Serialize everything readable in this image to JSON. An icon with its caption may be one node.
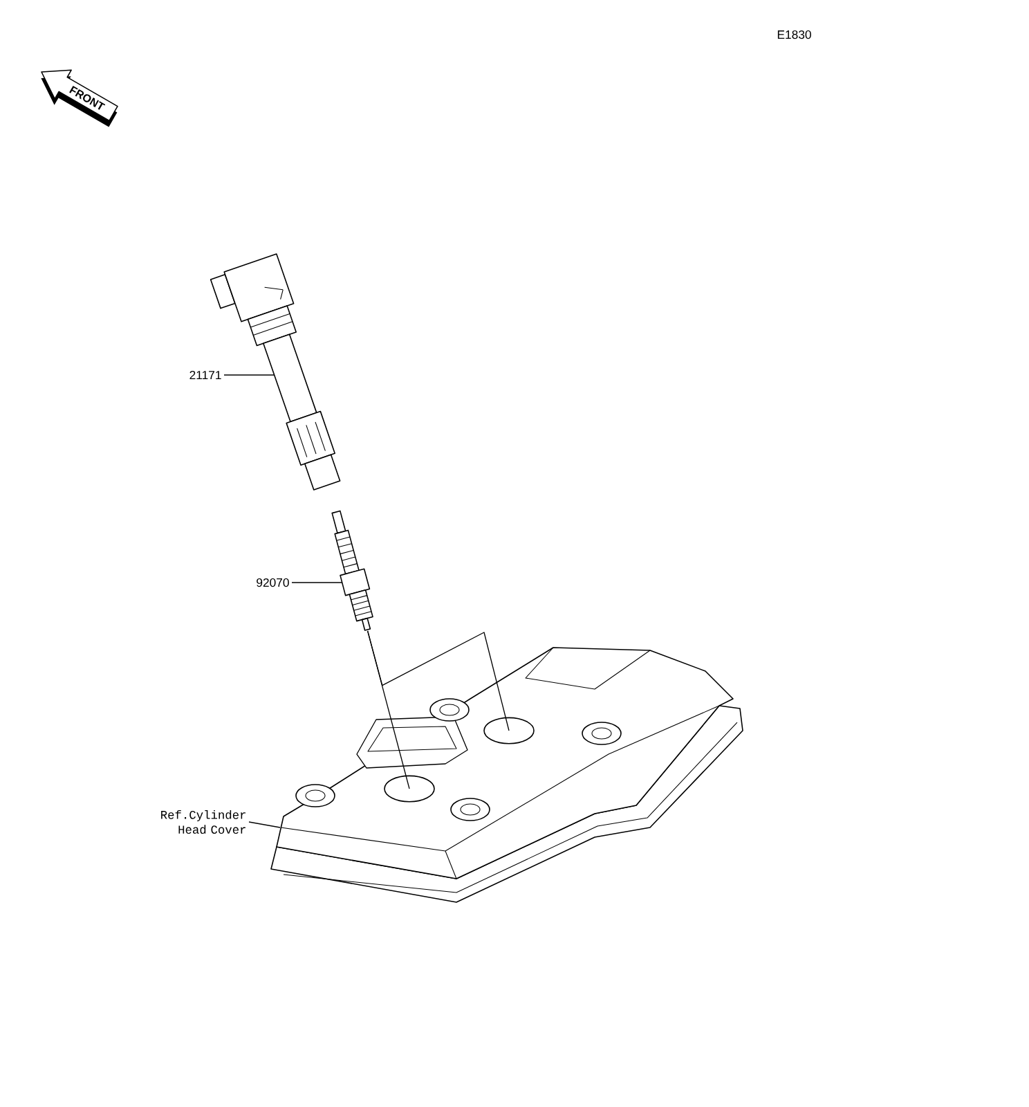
{
  "diagram": {
    "nodes": [
      {
        "text": [
          "21171"
        ]
      },
      {
        "text": [],
        "shape": "picture"
      },
      {
        "text": [
          "92070"
        ]
      },
      {
        "text": [],
        "shape": "picture"
      },
      {
        "text": [
          "Ref.Cylinder Head Cover"
        ]
      },
      {
        "text": [],
        "shape": "picture"
      },
      {
        "text": [],
        "shape": "circle",
        "in": 5
      },
      {
        "text": [],
        "shape": "circle",
        "in": 5
      }
    ],
    "edges": [
      {
        "from": 0,
        "to": 1,
        "arrow": "none"
      },
      {
        "from": 2,
        "to": 3,
        "arrow": "none"
      },
      {
        "from": 4,
        "to": 5,
        "arrow": "none"
      },
      {
        "from": 3,
        "to": 6,
        "arrow": "none"
      },
      {
        "from": 3,
        "to": 7,
        "arrow": "none"
      }
    ],
    "labels": [
      "E1830",
      "FRONT"
    ]
  }
}
